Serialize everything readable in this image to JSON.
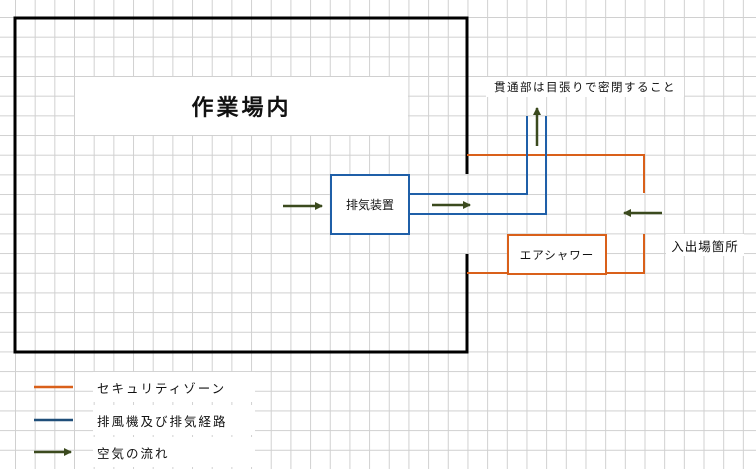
{
  "diagram": {
    "workspace_title": "作業場内",
    "exhaust_unit_label": "排気装置",
    "air_shower_label": "エアシャワー",
    "entry_point_label": "入出場箇所",
    "penetration_note": "貫通部は目張りで密閉すること"
  },
  "legend": {
    "items": [
      {
        "label": "セキュリティゾーン",
        "type": "line",
        "color": "#d9601a"
      },
      {
        "label": "排風機及び排気経路",
        "type": "line",
        "color": "#1f4e79"
      },
      {
        "label": "空気の流れ",
        "type": "arrow",
        "color": "#3b4a1e"
      }
    ]
  },
  "colors": {
    "wall": "#000000",
    "security_zone": "#d9601a",
    "exhaust_route": "#1f5fa8",
    "airflow": "#3b4a1e",
    "grid": "#d0d0d0"
  }
}
